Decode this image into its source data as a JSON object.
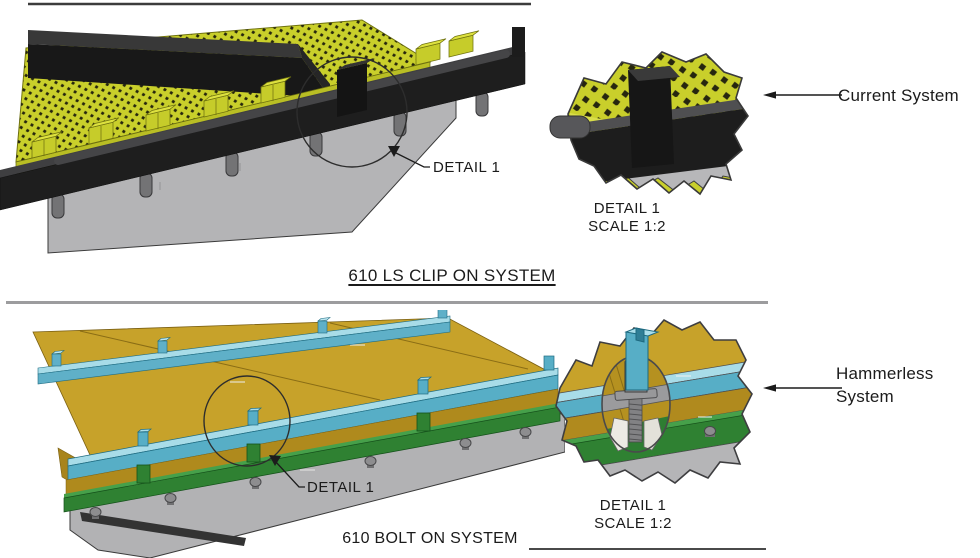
{
  "colors": {
    "panel_yellow": "#c9cf2b",
    "deck_gold": "#c7a22a",
    "rail_cyan": "#57aec6",
    "rail_green": "#2f8132",
    "steel_black": "#1d1d1d",
    "plate_gray": "#b5b5b7",
    "text": "#1b1b1b"
  },
  "clip_on": {
    "title": "610 LS CLIP ON SYSTEM",
    "callout": "DETAIL 1",
    "detail_line1": "DETAIL 1",
    "detail_line2": "SCALE 1:2",
    "annotation": "Current System"
  },
  "bolt_on": {
    "title": "610 BOLT ON SYSTEM",
    "callout": "DETAIL 1",
    "detail_line1": "DETAIL 1",
    "detail_line2": "SCALE 1:2",
    "annotation_line1": "Hammerless",
    "annotation_line2": "System"
  }
}
